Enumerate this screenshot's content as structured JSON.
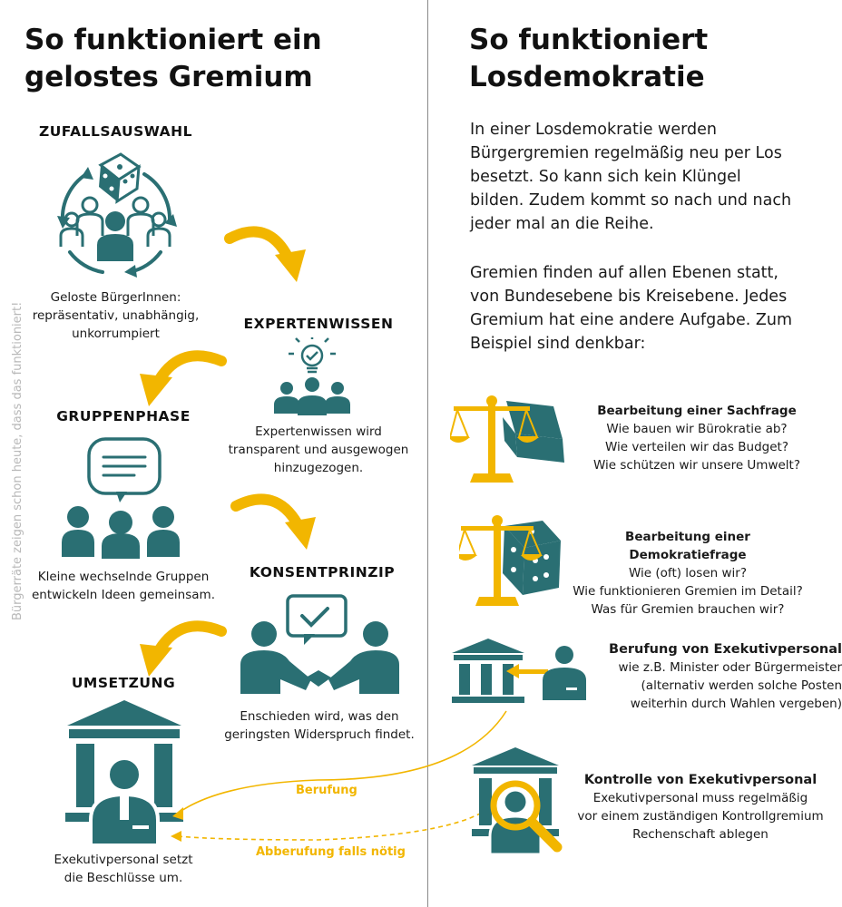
{
  "left": {
    "title_lines": [
      "So funktioniert ein",
      "gelostes Gremium"
    ],
    "steps": [
      {
        "title": "ZUFALLSAUSWAHL",
        "caption": [
          "Geloste BürgerInnen:",
          "repräsentativ, unabhängig,",
          "unkorrumpiert"
        ]
      },
      {
        "title": "EXPERTENWISSEN",
        "caption": [
          "Expertenwissen wird",
          "transparent und ausgewogen",
          "hinzugezogen."
        ]
      },
      {
        "title": "GRUPPENPHASE",
        "caption": [
          "Kleine wechselnde Gruppen",
          "entwickeln Ideen gemeinsam."
        ]
      },
      {
        "title": "KONSENTPRINZIP",
        "caption": [
          "Enschieden wird, was den",
          "geringsten Widerspruch findet."
        ]
      },
      {
        "title": "UMSETZUNG",
        "caption": [
          "Exekutivpersonal setzt",
          "die Beschlüsse um."
        ]
      }
    ],
    "sidebar_text": "Bürgerräte zeigen schon heute, dass das funktioniert!"
  },
  "right": {
    "title_lines": [
      "So funktioniert",
      "Losdemokratie"
    ],
    "paragraph1": [
      "In einer Losdemokratie werden",
      "Bürgergremien regelmäßig neu per Los",
      "besetzt. So kann sich kein Klüngel",
      "bilden. Zudem kommt so nach und nach",
      "jeder mal an die Reihe."
    ],
    "paragraph2": [
      "Gremien finden auf allen Ebenen statt,",
      "von Bundesebene bis Kreisebene. Jedes",
      "Gremium hat eine andere Aufgabe. Zum",
      "Beispiel sind denkbar:"
    ],
    "cards": [
      {
        "title": "Bearbeitung einer Sachfrage",
        "lines": [
          "Wie bauen wir Bürokratie ab?",
          "Wie verteilen wir das Budget?",
          "Wie schützen wir unsere Umwelt?"
        ]
      },
      {
        "title": "Bearbeitung einer Demokratiefrage",
        "lines": [
          "Wie (oft) losen wir?",
          "Wie funktionieren Gremien im Detail?",
          "Was für Gremien brauchen wir?"
        ]
      },
      {
        "title": "Berufung von Exekutivpersonal",
        "lines": [
          "wie z.B. Minister oder Bürgermeister",
          "(alternativ werden solche Posten",
          "weiterhin durch Wahlen vergeben)"
        ]
      },
      {
        "title": "Kontrolle von Exekutivpersonal",
        "lines": [
          "Exekutivpersonal muss regelmäßig",
          "vor einem zuständigen Kontrollgremium",
          "Rechenschaft ablegen"
        ]
      }
    ]
  },
  "links": {
    "appoint": "Berufung",
    "dismiss": "Abberufung falls nötig"
  },
  "colors": {
    "teal": "#2a6f73",
    "yellow": "#f2b600",
    "divider": "#8a8a8a"
  },
  "icons": [
    "dice-icon",
    "people-cycle-icon",
    "lightbulb-icon",
    "group-icon",
    "speech-bubble-icon",
    "handshake-icon",
    "checkmark-icon",
    "columns-building-icon",
    "person-icon",
    "scales-icon",
    "book-icon",
    "magnifier-icon",
    "curved-arrow-icon"
  ]
}
